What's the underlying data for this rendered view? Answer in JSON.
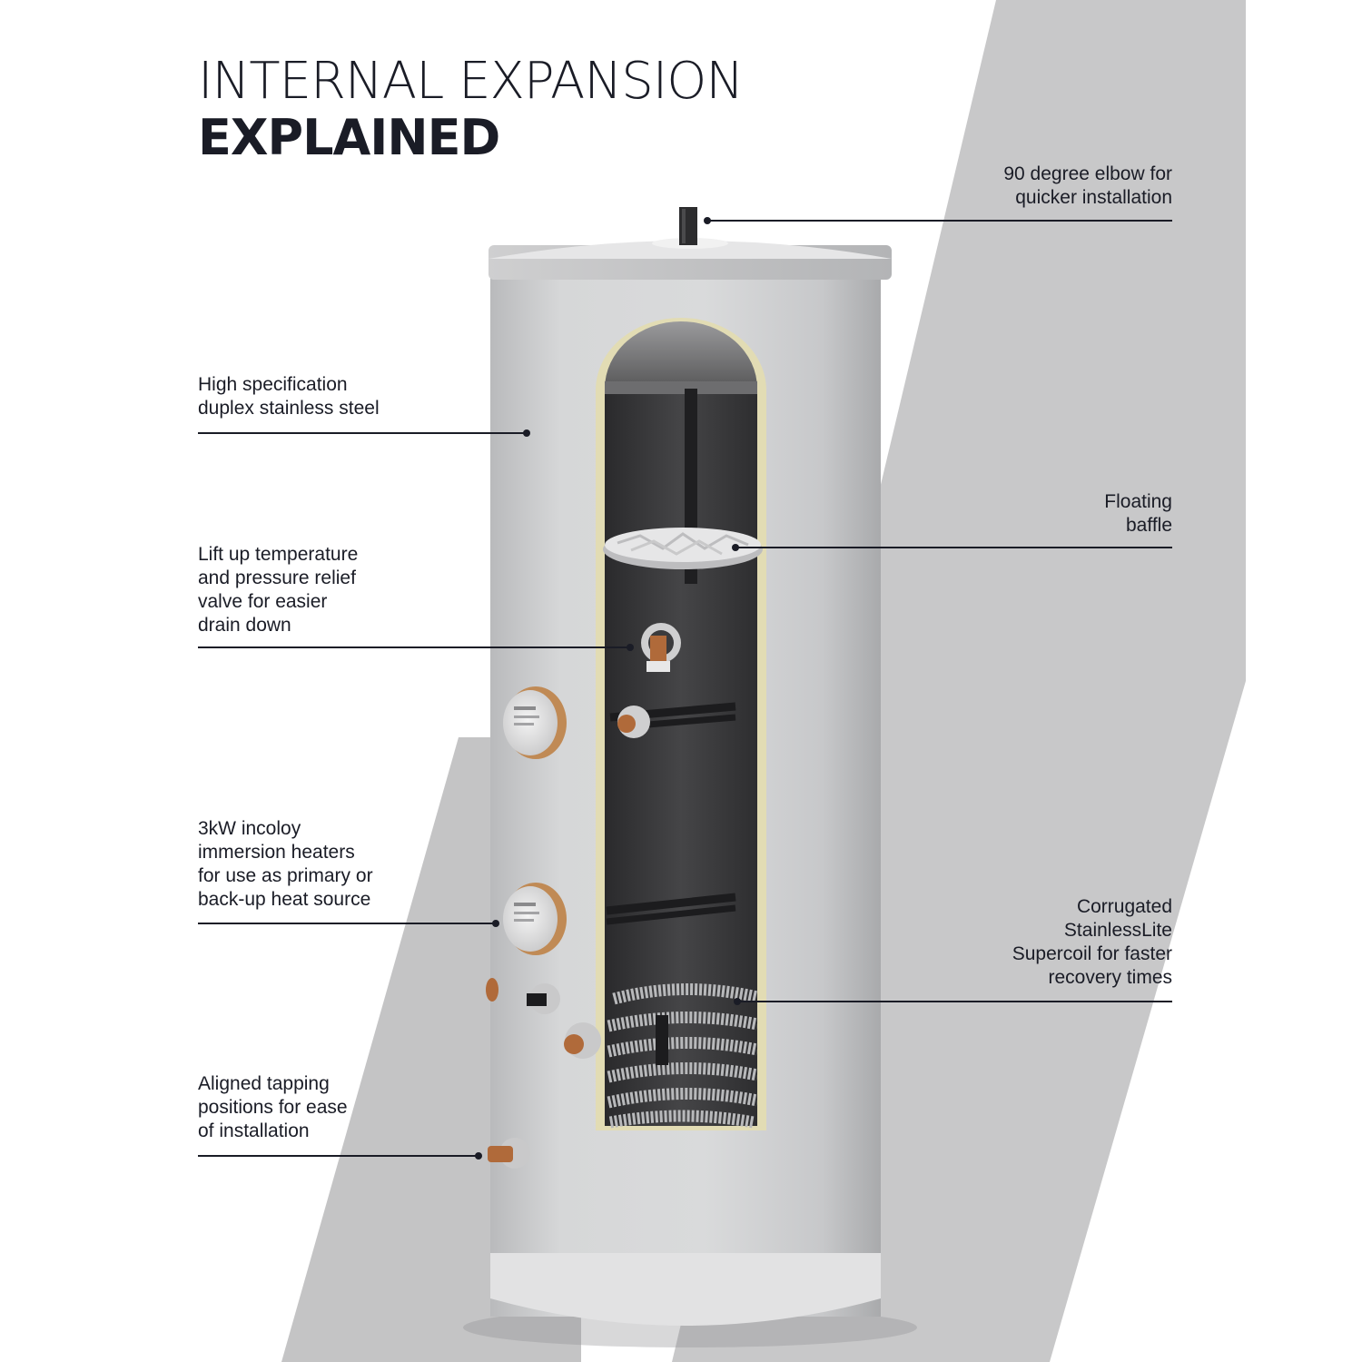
{
  "title": {
    "line1": "INTERNAL EXPANSION",
    "line2": "EXPLAINED"
  },
  "callouts": {
    "duplex_steel": [
      "High specification",
      "duplex stainless steel"
    ],
    "relief_valve": [
      "Lift up temperature",
      "and pressure relief",
      "valve for easier",
      "drain down"
    ],
    "immersion_heaters": [
      "3kW incoloy",
      "immersion heaters",
      "for use as primary or",
      "back-up heat source"
    ],
    "tapping_positions": [
      "Aligned tapping",
      "positions for ease",
      "of installation"
    ],
    "elbow": [
      "90 degree elbow for",
      "quicker installation"
    ],
    "baffle": [
      "Floating",
      "baffle"
    ],
    "supercoil": [
      "Corrugated",
      "StainlessLite",
      "Supercoil for faster",
      "recovery times"
    ]
  },
  "colors": {
    "text": "#1a1c26",
    "backdrop_band": "#c8c8c9",
    "cylinder_body": "#d3d4d5",
    "cylinder_interior": "#3a3a3c",
    "insulation_rim": "#e2dcb4",
    "copper_fitting": "#b06a3a"
  }
}
